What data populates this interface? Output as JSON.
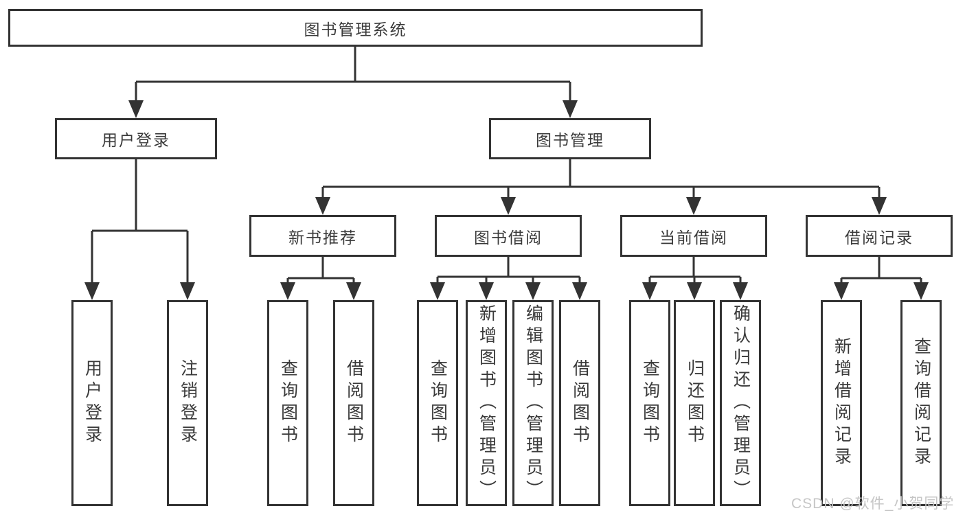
{
  "diagram": {
    "line_color": "#333333",
    "text_color": "#3a3a3a",
    "root": {
      "label": "图书管理系统"
    },
    "login": {
      "label": "用户登录",
      "children": [
        {
          "label": "用户登录"
        },
        {
          "label": "注销登录"
        }
      ]
    },
    "manage": {
      "label": "图书管理",
      "groups": [
        {
          "label": "新书推荐",
          "children": [
            {
              "label": "查询图书"
            },
            {
              "label": "借阅图书"
            }
          ]
        },
        {
          "label": "图书借阅",
          "children": [
            {
              "label": "查询图书"
            },
            {
              "label": "新增图书（管理员）"
            },
            {
              "label": "编辑图书（管理员）"
            },
            {
              "label": "借阅图书"
            }
          ]
        },
        {
          "label": "当前借阅",
          "children": [
            {
              "label": "查询图书"
            },
            {
              "label": "归还图书"
            },
            {
              "label": "确认归还（管理员）"
            }
          ]
        },
        {
          "label": "借阅记录",
          "children": [
            {
              "label": "新增借阅记录"
            },
            {
              "label": "查询借阅记录"
            }
          ]
        }
      ]
    }
  },
  "watermark": "CSDN @软件_小贺同学"
}
